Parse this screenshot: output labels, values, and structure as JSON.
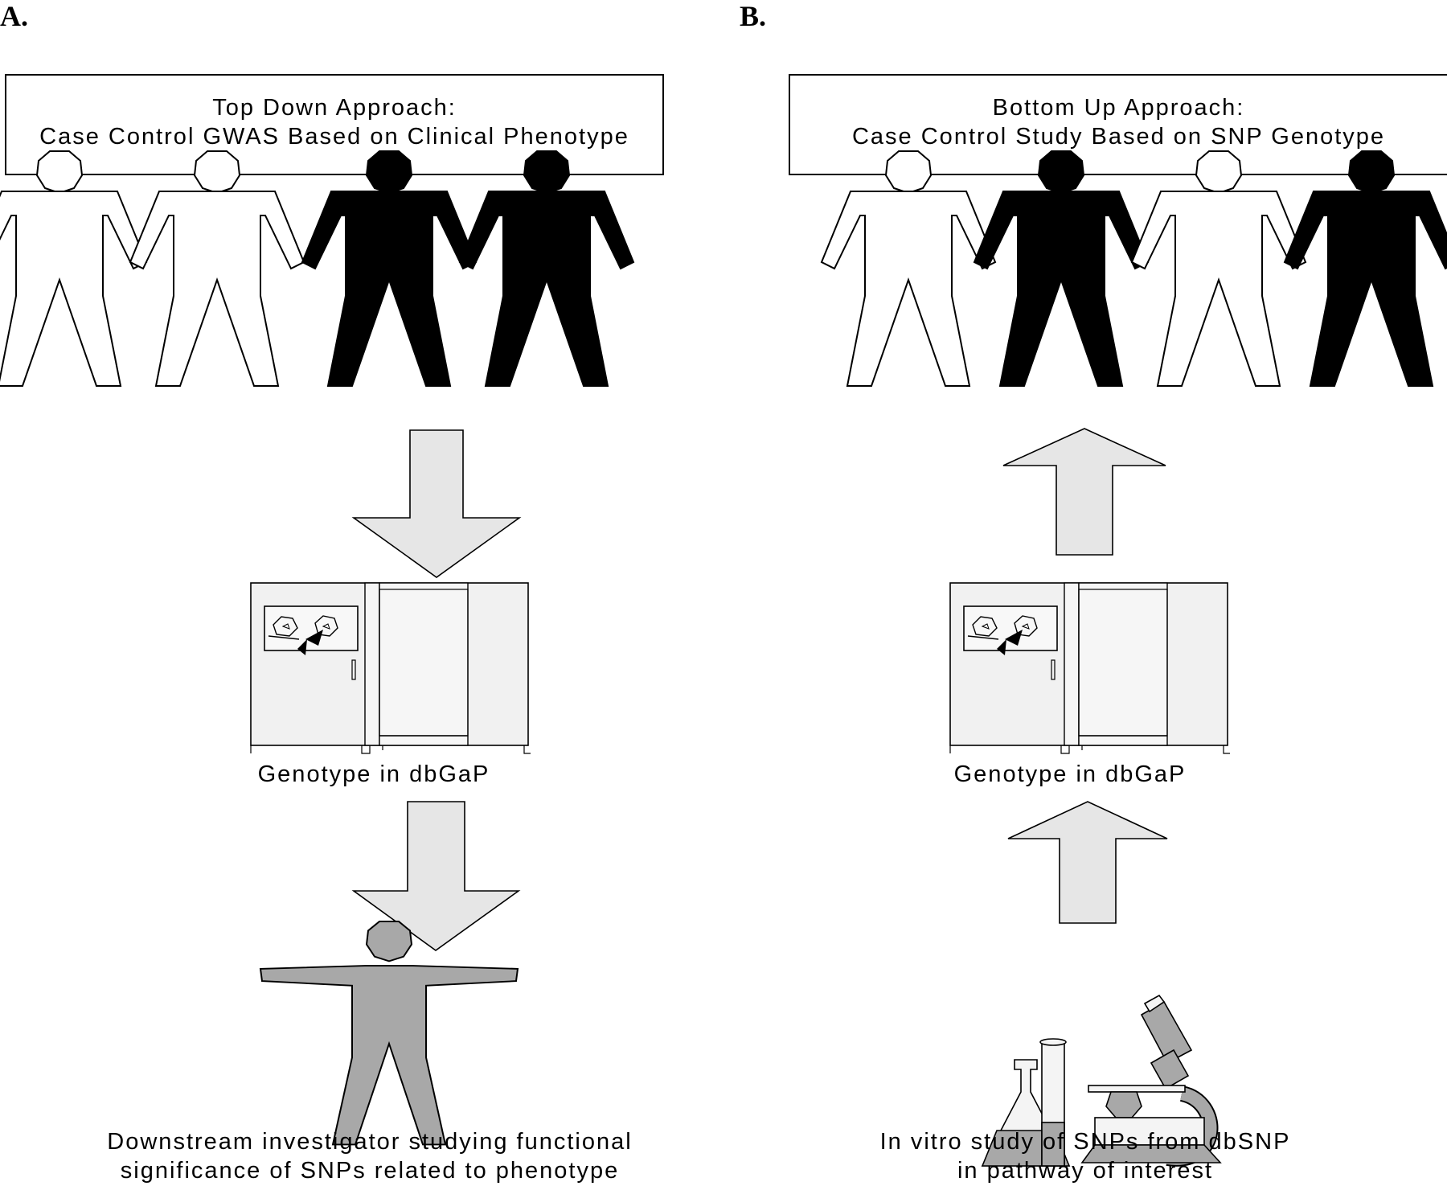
{
  "panels": [
    {
      "label": "A.",
      "title_line1": "Top Down Approach:",
      "title_line2": "Case Control GWAS Based on Clinical Phenotype",
      "genotype_caption": "Genotype in dbGaP",
      "bottom_caption_line1": "Downstream investigator studying functional",
      "bottom_caption_line2": "significance of SNPs related to phenotype",
      "people": [
        "white",
        "white",
        "black",
        "black"
      ],
      "arrow_direction": "down"
    },
    {
      "label": "B.",
      "title_line1": "Bottom Up Approach:",
      "title_line2": "Case Control Study Based on SNP Genotype",
      "genotype_caption": "Genotype in dbGaP",
      "bottom_caption_line1": "In vitro study of SNPs from dbSNP",
      "bottom_caption_line2": "in pathway of interest",
      "people": [
        "white",
        "black",
        "white",
        "black"
      ],
      "arrow_direction": "up"
    }
  ],
  "colors": {
    "case_fill": "#000000",
    "control_fill": "#ffffff",
    "arrow_fill": "#e6e6e6",
    "server_fill": "#f1f1f1",
    "investigator_fill": "#a8a8a8"
  },
  "icons": [
    "person-icon",
    "genotyping-server-icon",
    "investigator-icon",
    "lab-flask-icon",
    "microscope-icon"
  ]
}
